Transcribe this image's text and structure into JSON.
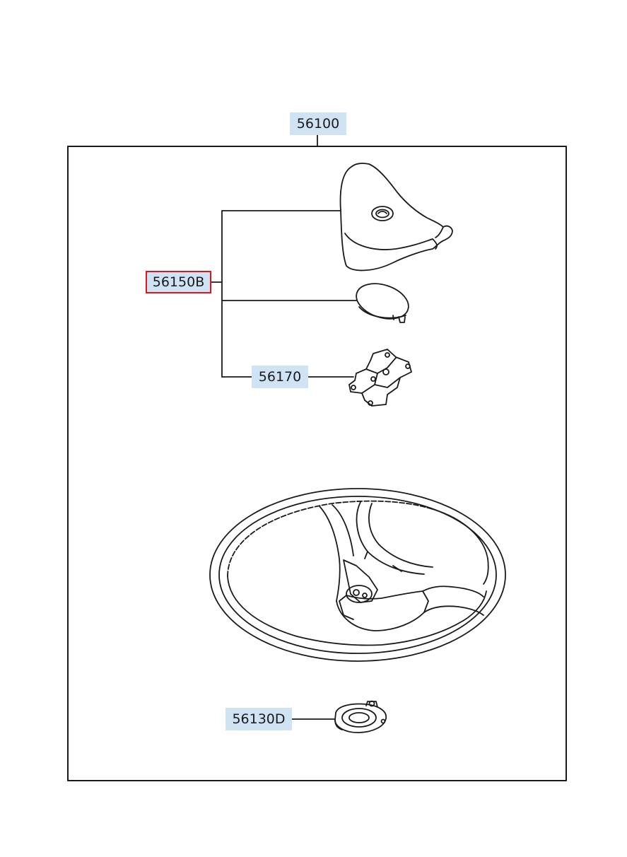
{
  "parts": {
    "assembly": "56100",
    "horn_pad": "56150B",
    "bracket": "56170",
    "clock_spring": "56130D"
  },
  "colors": {
    "label_bg": "#cfe3f5",
    "selected_border": "#e0161b",
    "line": "#1a1a1a"
  }
}
